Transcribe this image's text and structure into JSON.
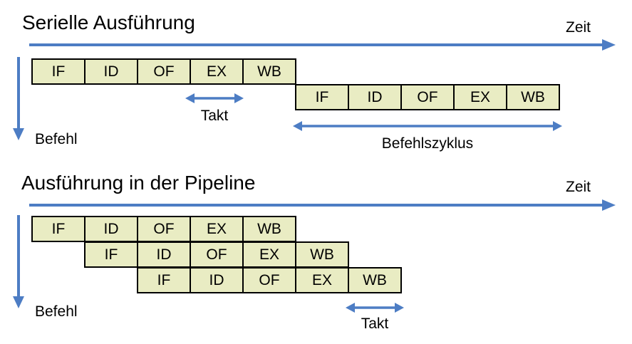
{
  "colors": {
    "accent_blue": "#4d7dc4",
    "box_fill": "#e9ecc3",
    "box_border": "#000000",
    "text_color": "#000000"
  },
  "sections": [
    {
      "title": "Serielle Ausführung",
      "time_label": "Zeit",
      "instruction_axis_label": "Befehl",
      "takt_label": "Takt",
      "cycle_label": "Befehlszyklus",
      "rows": [
        {
          "cells": [
            "IF",
            "ID",
            "OF",
            "EX",
            "WB"
          ]
        },
        {
          "cells": [
            "IF",
            "ID",
            "OF",
            "EX",
            "WB"
          ]
        }
      ]
    },
    {
      "title": "Ausführung in der Pipeline",
      "time_label": "Zeit",
      "instruction_axis_label": "Befehl",
      "takt_label": "Takt",
      "rows": [
        {
          "cells": [
            "IF",
            "ID",
            "OF",
            "EX",
            "WB"
          ]
        },
        {
          "cells": [
            "IF",
            "ID",
            "OF",
            "EX",
            "WB"
          ]
        },
        {
          "cells": [
            "IF",
            "ID",
            "OF",
            "EX",
            "WB"
          ]
        }
      ]
    }
  ]
}
